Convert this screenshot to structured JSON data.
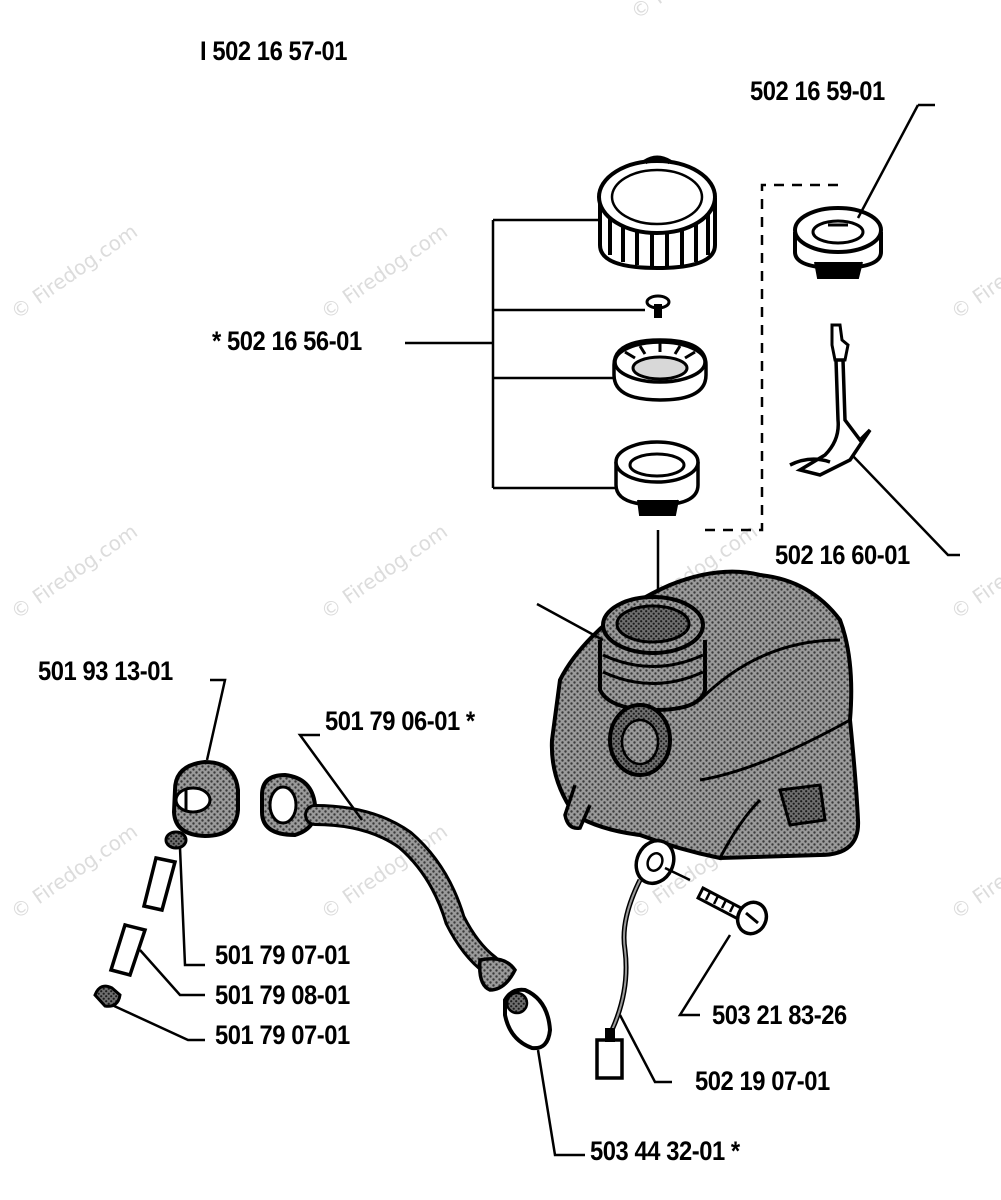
{
  "diagram": {
    "labels": {
      "assembly": "I 502 16 57-01",
      "cap_kit": "* 502 16 56-01",
      "vent_cap": "502 16 59-01",
      "strainer": "502 16 60-01",
      "pickup_body": "501 93 13-01",
      "fuel_hose": "501 79 06-01 *",
      "clip_upper": "501 79 07-01",
      "filter_element": "501 79 08-01",
      "clip_lower": "501 79 07-01",
      "screw": "503 21 83-26",
      "ground_cable": "502 19 07-01",
      "fuel_filter": "503 44 32-01 *"
    },
    "watermark": "© Firedog.com"
  },
  "colors": {
    "ink": "#000000",
    "tank_fill": "#8a8a8a",
    "watermark": "#dcdcdc"
  }
}
